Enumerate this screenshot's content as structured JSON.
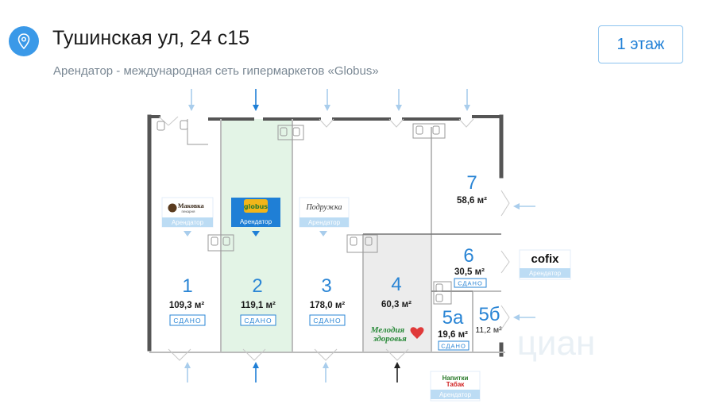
{
  "header": {
    "title": "Тушинская ул, 24 с15",
    "subtitle": "Арендатор - международная сеть гипермаркетов «Globus»",
    "floor_button": "1 этаж",
    "location_icon": "location-pin-icon",
    "accent_color": "#3a99e8"
  },
  "plan": {
    "highlight_color": "#e3f4e6",
    "units": [
      {
        "id": "1",
        "number": "1",
        "area": "109,3 м²",
        "status": "СДАНО"
      },
      {
        "id": "2",
        "number": "2",
        "area": "119,1 м²",
        "status": "СДАНО"
      },
      {
        "id": "3",
        "number": "3",
        "area": "178,0 м²",
        "status": "СДАНО"
      },
      {
        "id": "4",
        "number": "4",
        "area": "60,3 м²",
        "status": ""
      },
      {
        "id": "5a",
        "number": "5а",
        "area": "19,6 м²",
        "status": "СДАНО"
      },
      {
        "id": "5b",
        "number": "5б",
        "area": "11,2 м²",
        "status": ""
      },
      {
        "id": "6",
        "number": "6",
        "area": "30,5 м²",
        "status": "СДАНО"
      },
      {
        "id": "7",
        "number": "7",
        "area": "58,6 м²",
        "status": ""
      }
    ],
    "tenants": [
      {
        "id": "makovka",
        "logo": "Маковка",
        "logo_sub": "пекарня",
        "label": "Арендатор"
      },
      {
        "id": "globus",
        "logo": "globus",
        "label": "Арендатор"
      },
      {
        "id": "podruzhka",
        "logo": "Подружка",
        "label": "Арендатор"
      },
      {
        "id": "cofix",
        "logo": "cofix",
        "label": "Арендатор"
      },
      {
        "id": "napitki",
        "logo_line1": "Напитки",
        "logo_line2": "Табак",
        "label": "Арендатор"
      },
      {
        "id": "melodiya",
        "logo_line1": "Мелодия",
        "logo_line2": "здоровья"
      }
    ],
    "watermark": "циан"
  }
}
